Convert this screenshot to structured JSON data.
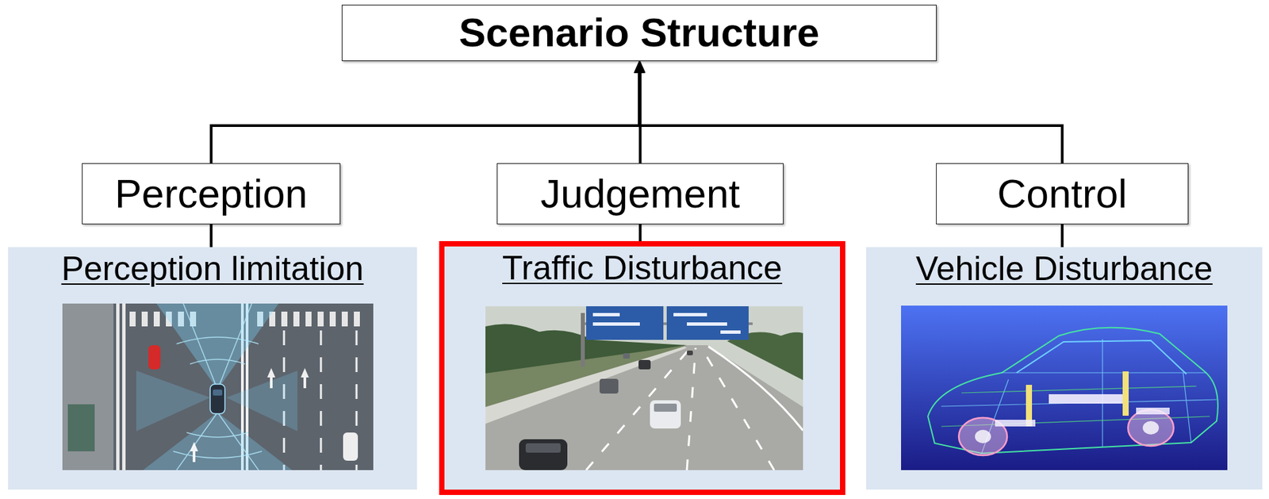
{
  "diagram": {
    "nodes": [
      {
        "text": [
          "Scenario Structure"
        ]
      },
      {
        "text": [
          "Perception"
        ]
      },
      {
        "text": [
          "Judgement"
        ]
      },
      {
        "text": [
          "Control"
        ]
      },
      {
        "text": [
          "Perception limitation"
        ]
      },
      {
        "text": [
          "Traffic Disturbance"
        ]
      },
      {
        "text": [
          "Vehicle Disturbance"
        ]
      }
    ],
    "edges": [
      {
        "from": 1,
        "to": 0,
        "arrow": "to"
      },
      {
        "from": 2,
        "to": 0,
        "arrow": "to"
      },
      {
        "from": 3,
        "to": 0,
        "arrow": "to"
      },
      {
        "from": 1,
        "to": 4,
        "arrow": "none"
      },
      {
        "from": 2,
        "to": 5,
        "arrow": "none"
      },
      {
        "from": 3,
        "to": 6,
        "arrow": "none"
      }
    ]
  }
}
